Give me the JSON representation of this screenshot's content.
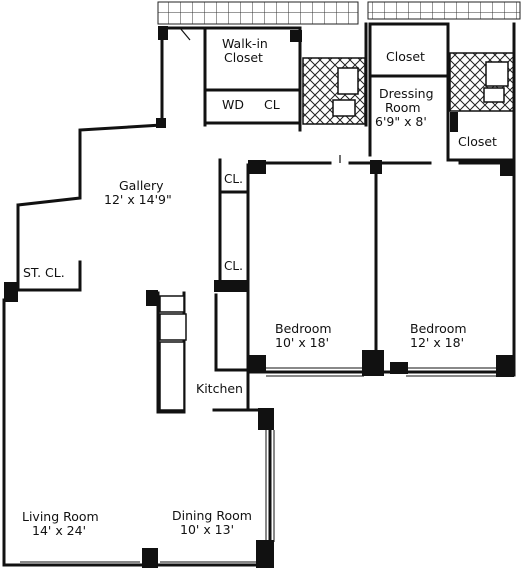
{
  "rooms": {
    "walkin_closet": {
      "line1": "Walk-in",
      "line2": "Closet"
    },
    "wd_cl": {
      "wd": "WD",
      "cl": "CL"
    },
    "closet_top": {
      "label": "Closet"
    },
    "dressing_room": {
      "line1": "Dressing",
      "line2": "Room",
      "dims": "6'9\" x 8'"
    },
    "closet_right": {
      "label": "Closet"
    },
    "gallery": {
      "name": "Gallery",
      "dims": "12' x 14'9\""
    },
    "cl_upper": {
      "label": "CL."
    },
    "cl_lower": {
      "label": "CL."
    },
    "storage_closet": {
      "label": "ST. CL."
    },
    "bedroom_left": {
      "name": "Bedroom",
      "dims": "10' x 18'"
    },
    "bedroom_right": {
      "name": "Bedroom",
      "dims": "12' x 18'"
    },
    "kitchen": {
      "name": "Kitchen"
    },
    "living_room": {
      "name": "Living Room",
      "dims": "14' x 24'"
    },
    "dining_room": {
      "name": "Dining Room",
      "dims": "10' x 13'"
    }
  },
  "colors": {
    "wall": "#111111",
    "hatch": "#222222",
    "background": "#ffffff"
  }
}
